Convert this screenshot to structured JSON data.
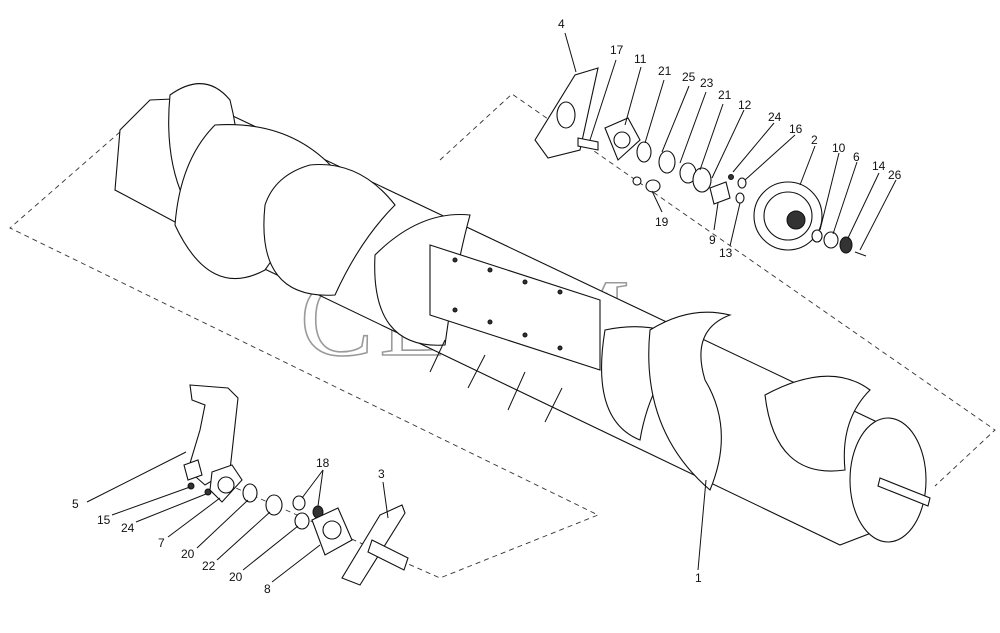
{
  "watermark": "СЕЛМ",
  "part_labels": {
    "p1": "1",
    "p2": "2",
    "p3": "3",
    "p4": "4",
    "p5": "5",
    "p6": "6",
    "p7": "7",
    "p8": "8",
    "p9": "9",
    "p10": "10",
    "p11": "11",
    "p12": "12",
    "p13": "13",
    "p14": "14",
    "p15": "15",
    "p16": "16",
    "p17": "17",
    "p18": "18",
    "p19": "19",
    "p20a": "20",
    "p20b": "20",
    "p21a": "21",
    "p21b": "21",
    "p22": "22",
    "p23": "23",
    "p24a": "24",
    "p24b": "24",
    "p25": "25",
    "p26": "26"
  }
}
